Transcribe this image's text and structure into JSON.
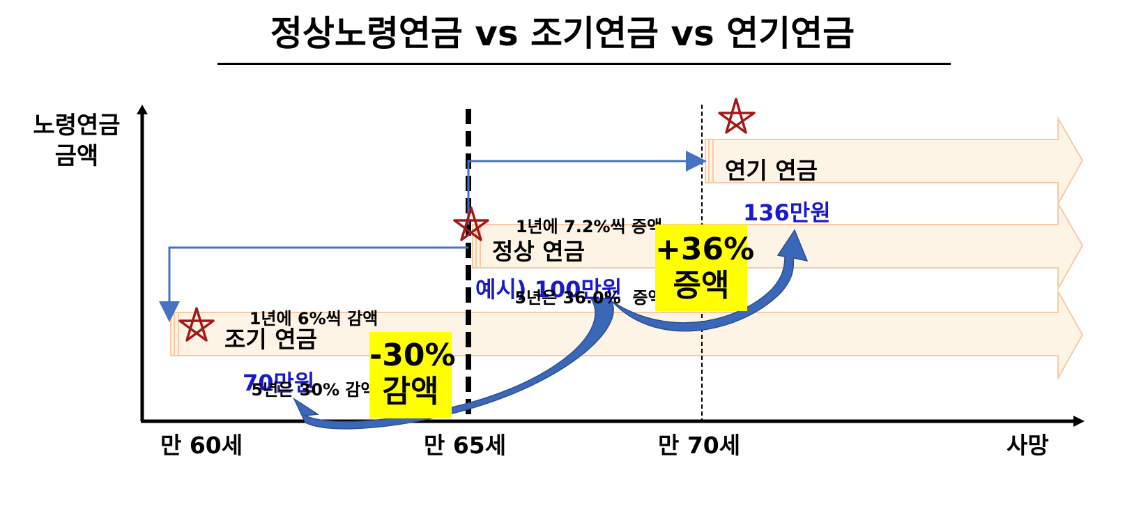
{
  "title": "정상노령연금 vs 조기연금 vs 연기연금",
  "y_axis_label": [
    "노령연금",
    "금액"
  ],
  "x_axis_labels": [
    "만 60세",
    "만 65세",
    "만 70세",
    "사망"
  ],
  "bands": [
    {
      "label": "조기 연금",
      "amount": "70만원"
    },
    {
      "label": "정상 연금",
      "amount": "예시) 100만원"
    },
    {
      "label": "연기 연금",
      "amount": "136만원"
    }
  ],
  "notes": {
    "early": [
      "1년에 6%씩 감액",
      "5년은 30% 감액"
    ],
    "deferred": [
      "1년에 7.2%씩 증액",
      "5년은 36.0%  증액"
    ]
  },
  "badges": {
    "decrease": [
      "-30%",
      "감액"
    ],
    "increase": [
      "+36%",
      "증액"
    ]
  },
  "colors": {
    "band_fill": "#fdf4e6",
    "band_stroke": "#f7c9a6",
    "connector": "#4472c4",
    "curve": "#3a67b8",
    "amount": "#1a1acc",
    "badge": "#ffff00",
    "star": "#a01818"
  }
}
